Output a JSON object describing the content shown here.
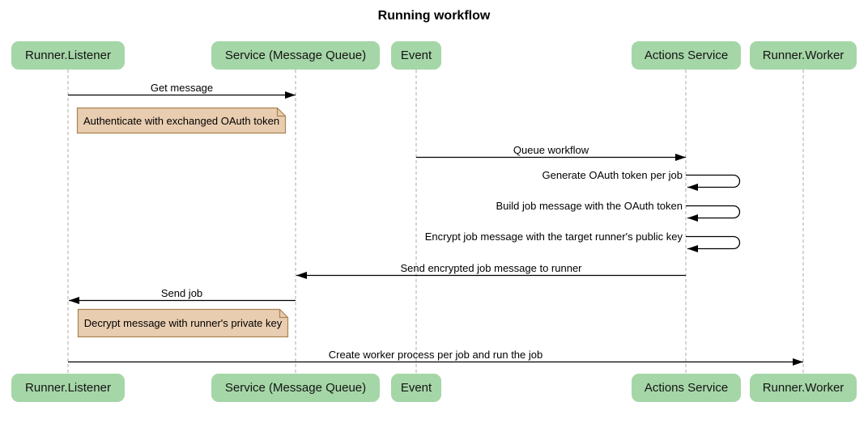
{
  "title": "Running workflow",
  "participants": [
    {
      "name": "Runner.Listener"
    },
    {
      "name": "Service (Message Queue)"
    },
    {
      "name": "Event"
    },
    {
      "name": "Actions Service"
    },
    {
      "name": "Runner.Worker"
    }
  ],
  "messages": [
    {
      "label": "Get message",
      "from": "Runner.Listener",
      "to": "Service (Message Queue)",
      "kind": "arrow"
    },
    {
      "label": "Queue workflow",
      "from": "Event",
      "to": "Actions Service",
      "kind": "arrow"
    },
    {
      "label": "Generate OAuth token per job",
      "from": "Actions Service",
      "to": "Actions Service",
      "kind": "self-loop"
    },
    {
      "label": "Build job message with the OAuth token",
      "from": "Actions Service",
      "to": "Actions Service",
      "kind": "self-loop"
    },
    {
      "label": "Encrypt job message with the target runner's public key",
      "from": "Actions Service",
      "to": "Actions Service",
      "kind": "self-loop"
    },
    {
      "label": "Send encrypted job message to runner",
      "from": "Actions Service",
      "to": "Service (Message Queue)",
      "kind": "arrow"
    },
    {
      "label": "Send job",
      "from": "Service (Message Queue)",
      "to": "Runner.Listener",
      "kind": "arrow"
    },
    {
      "label": "Create worker process per job and run the job",
      "from": "Runner.Listener",
      "to": "Runner.Worker",
      "kind": "arrow"
    }
  ],
  "notes": [
    {
      "text": "Authenticate with exchanged OAuth token",
      "over": "Runner.Listener"
    },
    {
      "text": "Decrypt message with runner's private key",
      "over": "Runner.Listener"
    }
  ],
  "colors": {
    "participant_fill": "#A5D6A7",
    "note_fill": "#E9CDB0",
    "note_border": "#AA8452",
    "lifeline": "#ababab",
    "arrow": "#000000",
    "background": "#ffffff"
  }
}
